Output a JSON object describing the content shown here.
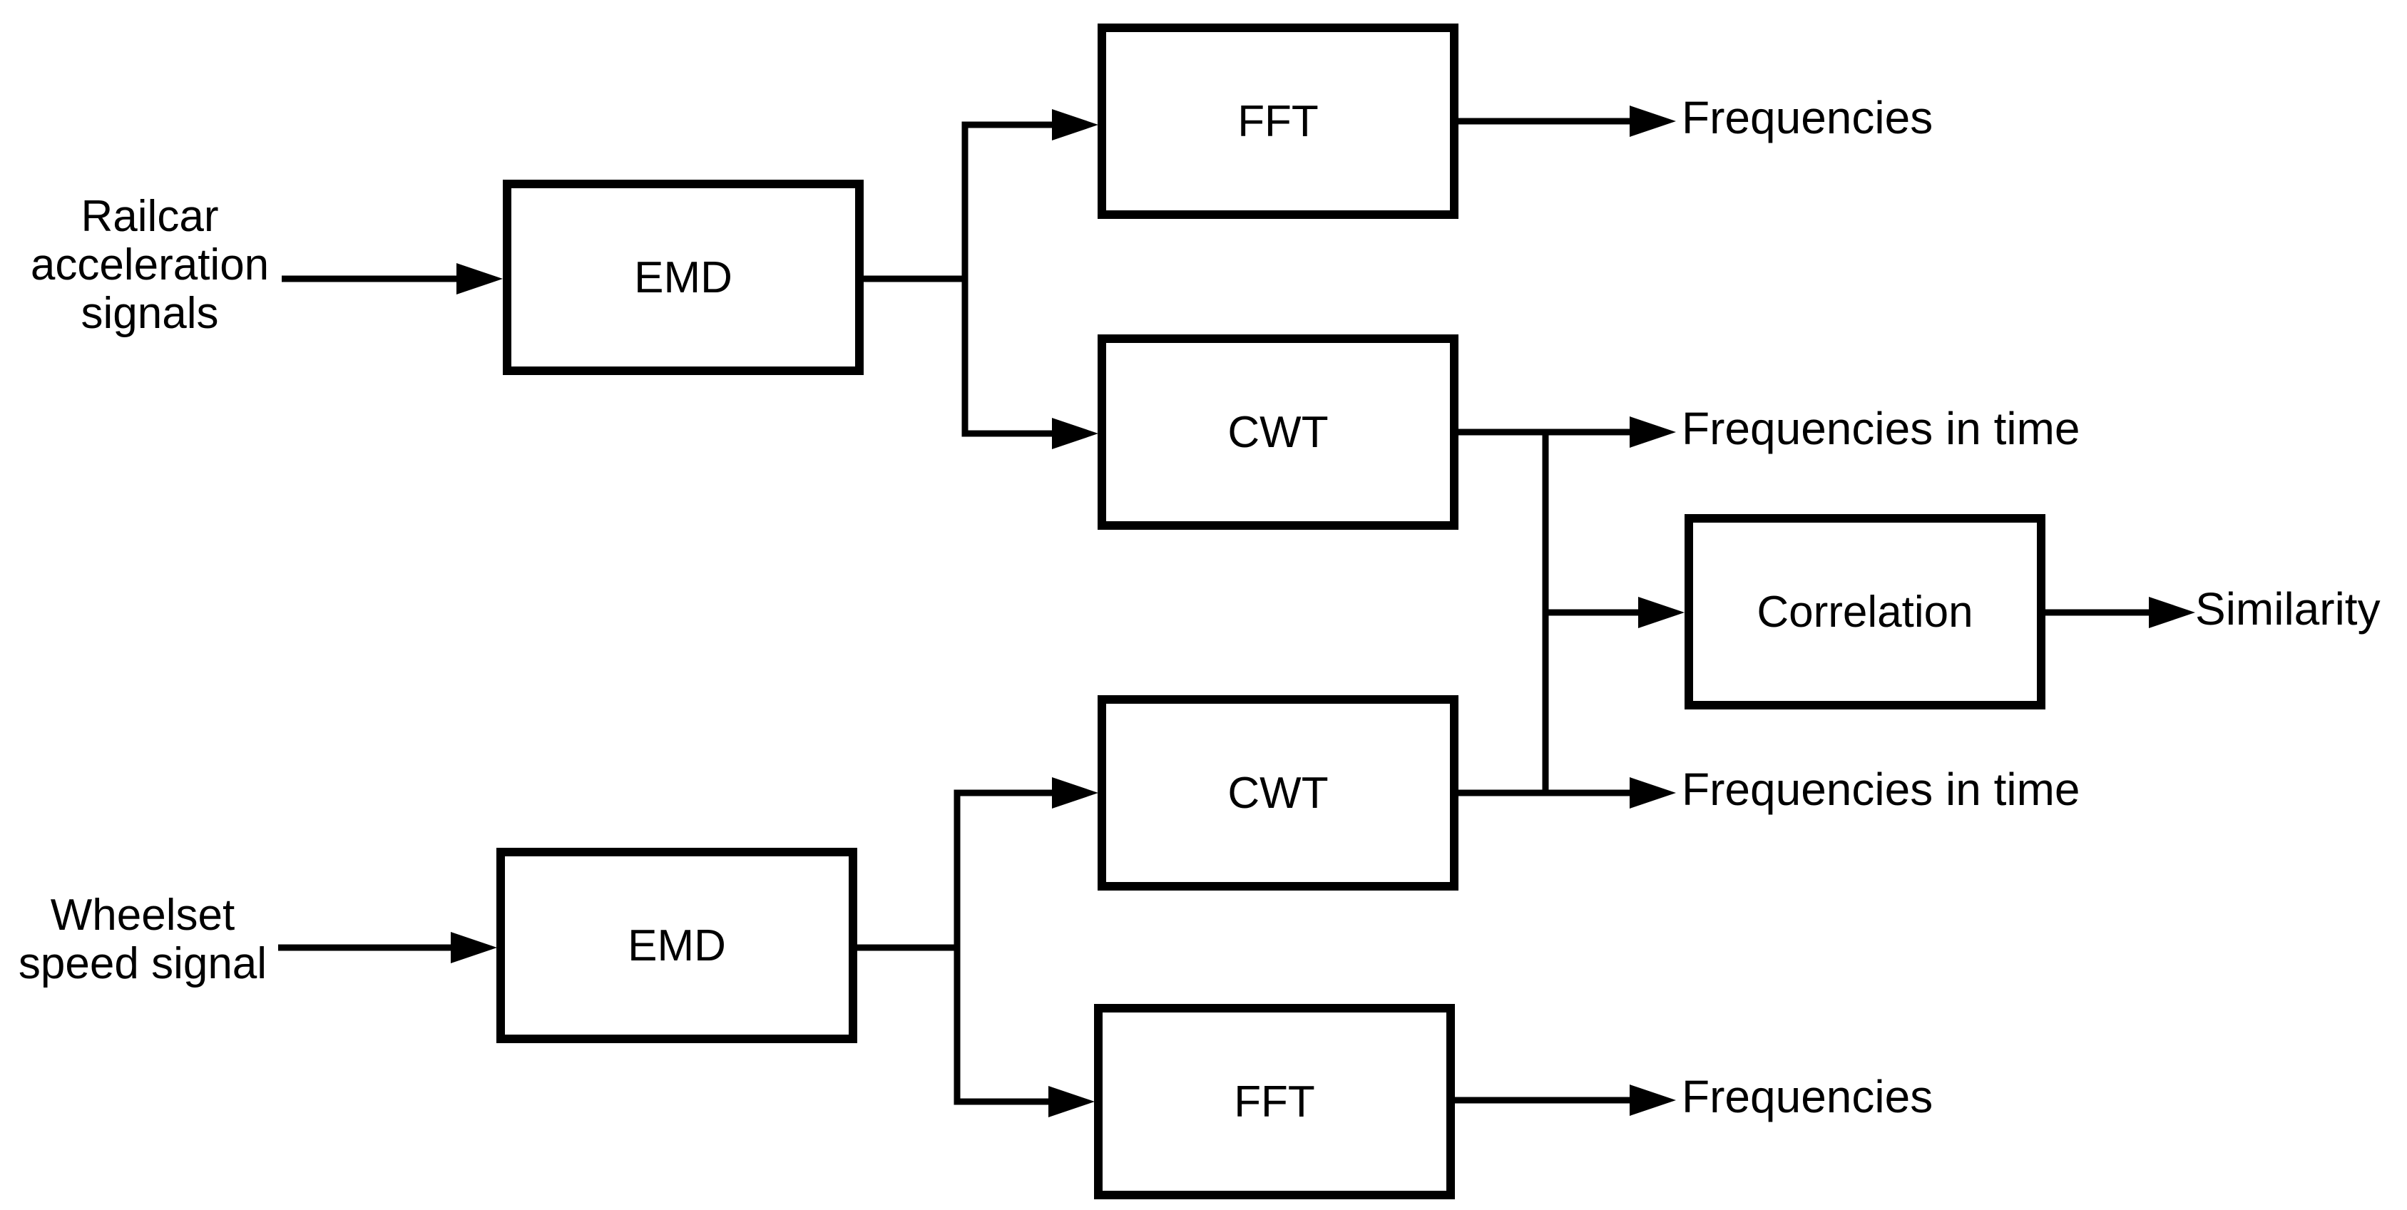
{
  "inputs": {
    "railcar": {
      "line1": "Railcar",
      "line2": "acceleration",
      "line3": "signals"
    },
    "wheelset": {
      "line1": "Wheelset",
      "line2": "speed signal"
    }
  },
  "blocks": {
    "emd_top": "EMD",
    "fft_top": "FFT",
    "cwt_top": "CWT",
    "correlation": "Correlation",
    "cwt_bottom": "CWT",
    "emd_bottom": "EMD",
    "fft_bottom": "FFT"
  },
  "outputs": {
    "frequencies_top": "Frequencies",
    "freq_in_time_top": "Frequencies in time",
    "similarity": "Similarity",
    "freq_in_time_bottom": "Frequencies in time",
    "frequencies_bottom": "Frequencies"
  },
  "colors": {
    "stroke": "#000000",
    "background": "#ffffff"
  }
}
